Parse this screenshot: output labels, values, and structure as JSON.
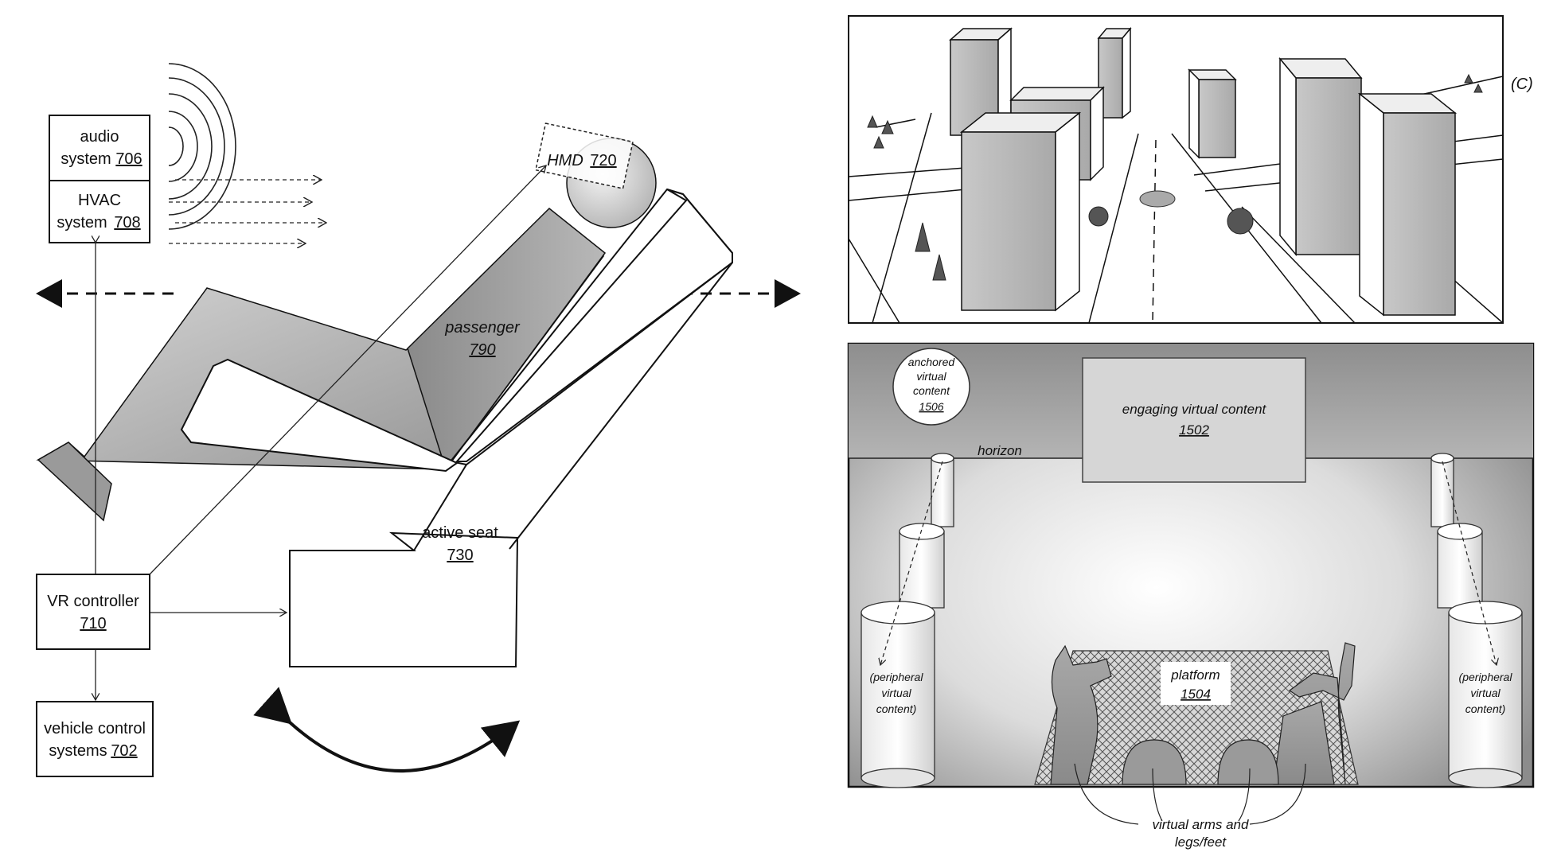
{
  "left_figure": {
    "audio_system": {
      "line1": "audio",
      "line2": "system",
      "ref": "706"
    },
    "hvac_system": {
      "line1": "HVAC",
      "line2": "system",
      "ref": "708"
    },
    "hmd": {
      "label": "HMD",
      "ref": "720"
    },
    "passenger": {
      "label": "passenger",
      "ref": "790"
    },
    "active_seat": {
      "label": "active seat",
      "ref": "730"
    },
    "vr_controller": {
      "label": "VR controller",
      "ref": "710"
    },
    "vehicle_control": {
      "line1": "vehicle control",
      "line2": "systems",
      "ref": "702"
    }
  },
  "right_top": {
    "panel_label": "(C)"
  },
  "right_bottom": {
    "anchored": {
      "line1": "anchored",
      "line2": "virtual",
      "line3": "content",
      "ref": "1506"
    },
    "engaging": {
      "label": "engaging virtual content",
      "ref": "1502"
    },
    "horizon": "horizon",
    "platform": {
      "label": "platform",
      "ref": "1504"
    },
    "peripheral_left": {
      "line1": "(peripheral",
      "line2": "virtual",
      "line3": "content)"
    },
    "peripheral_right": {
      "line1": "(peripheral",
      "line2": "virtual",
      "line3": "content)"
    },
    "virtual_limbs": {
      "line1": "virtual arms and",
      "line2": "legs/feet"
    }
  }
}
